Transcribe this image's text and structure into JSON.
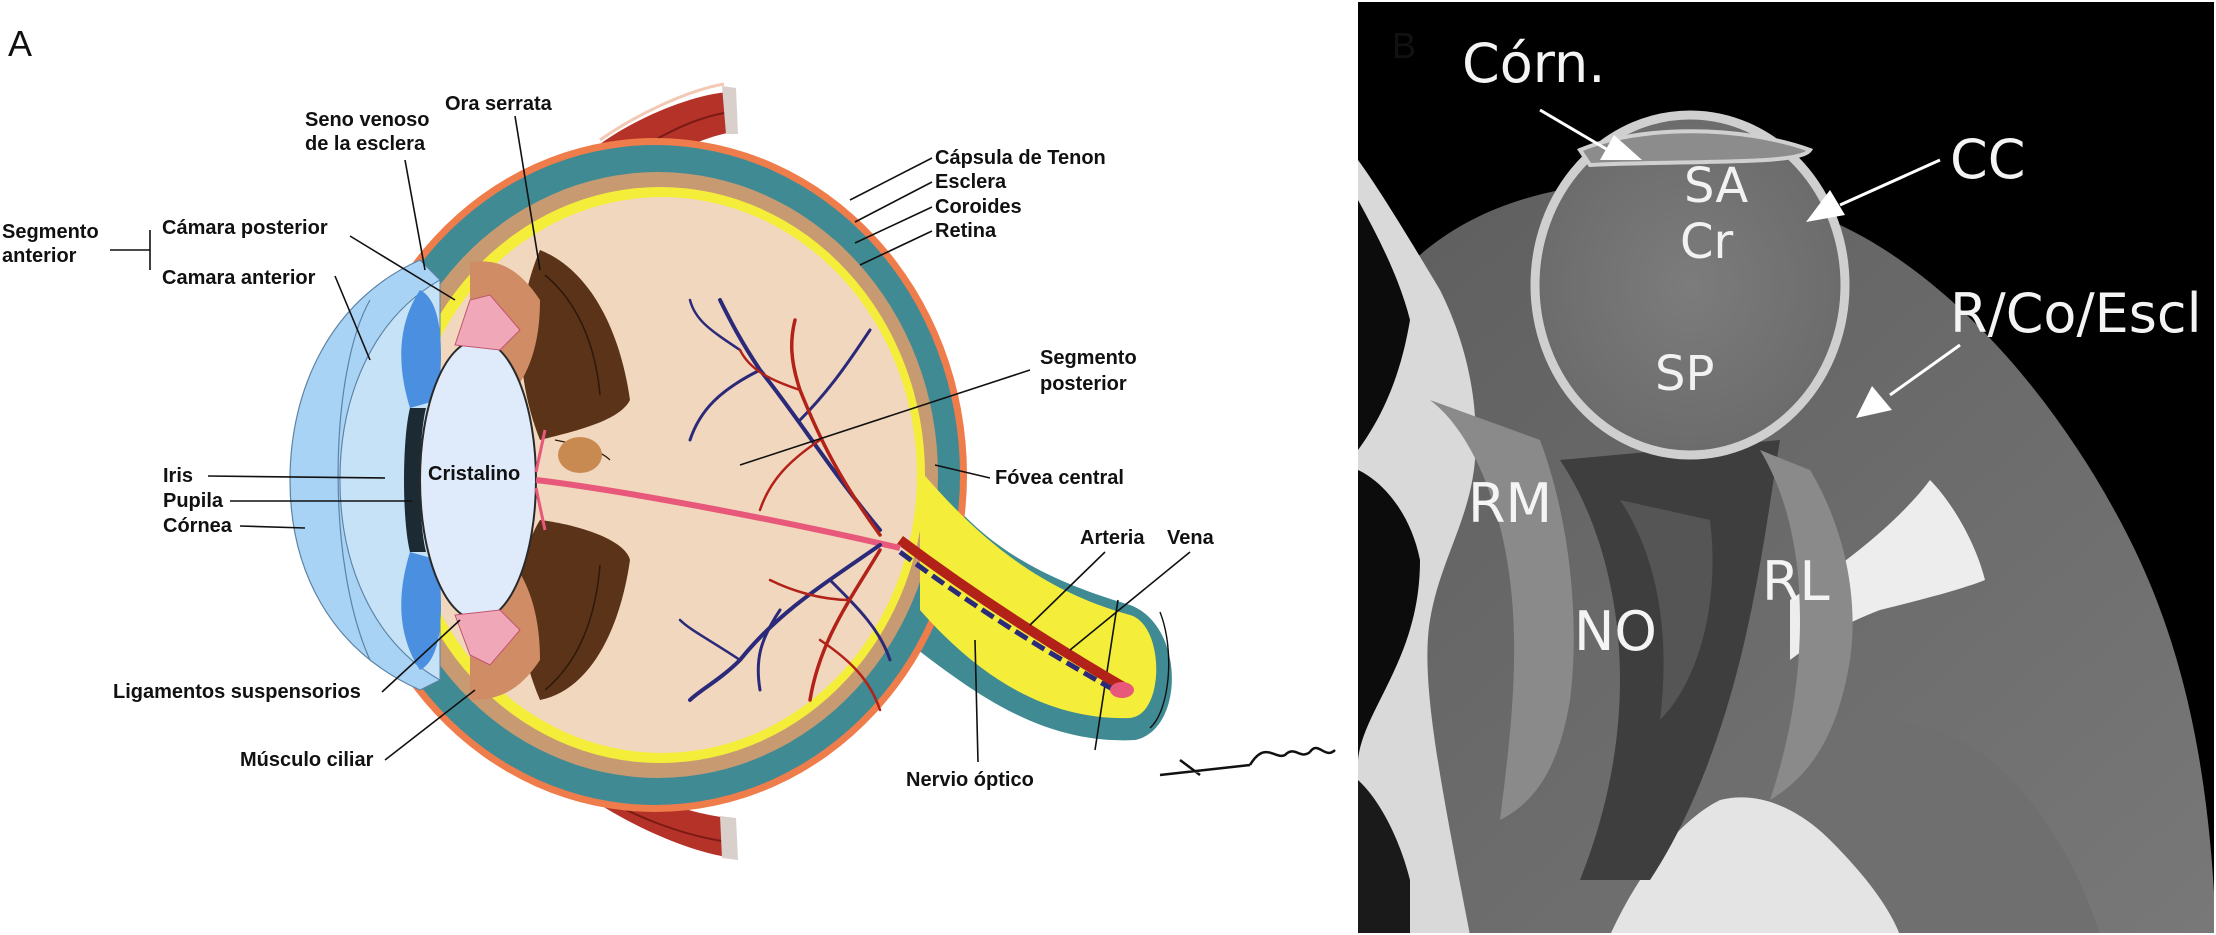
{
  "panel_a": {
    "letter": "A",
    "labels": {
      "segmento_anterior_1": "Segmento",
      "segmento_anterior_2": "anterior",
      "camara_posterior": "Cámara posterior",
      "camara_anterior": "Camara anterior",
      "seno_venoso_1": "Seno venoso",
      "seno_venoso_2": "de la esclera",
      "ora_serrata": "Ora serrata",
      "capsula_tenon": "Cápsula de Tenon",
      "esclera": "Esclera",
      "coroides": "Coroides",
      "retina": "Retina",
      "segmento_posterior_1": "Segmento",
      "segmento_posterior_2": "posterior",
      "fovea_central": "Fóvea central",
      "iris": "Iris",
      "pupila": "Pupila",
      "cornea": "Córnea",
      "cristalino": "Cristalino",
      "arteria": "Arteria",
      "vena": "Vena",
      "ligamentos": "Ligamentos suspensorios",
      "musculo_ciliar": "Músculo ciliar",
      "nervio_optico": "Nervio óptico"
    },
    "colors": {
      "tenon": "#ef7d4b",
      "sclera": "#3f8a93",
      "choroid": "#c79a72",
      "retina": "#f4ee3a",
      "vitreous": "#f1d7bd",
      "cornea": "#a9d3f5",
      "iris": "#4a8fe0",
      "lens": "#dfeafa",
      "ciliary": "#5a3318",
      "muscle": "#b53229",
      "artery": "#b32218",
      "vein": "#2b2a7a",
      "canal": "#e8587a"
    }
  },
  "panel_b": {
    "letter": "B",
    "labels": {
      "corn": "Córn.",
      "cc": "CC",
      "sa": "SA",
      "cr": "Cr",
      "sp": "SP",
      "rcoescl": "R/Co/Escl",
      "rm": "RM",
      "rl": "RL",
      "no": "NO"
    }
  }
}
